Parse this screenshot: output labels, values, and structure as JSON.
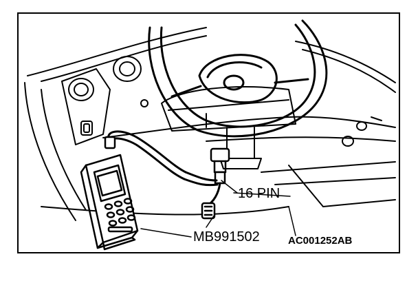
{
  "figure": {
    "labels": {
      "connector": "16 PIN",
      "tool_part_number": "MB991502",
      "figure_reference": "AC001252AB"
    },
    "colors": {
      "ink": "#000000",
      "paper": "#ffffff"
    }
  }
}
